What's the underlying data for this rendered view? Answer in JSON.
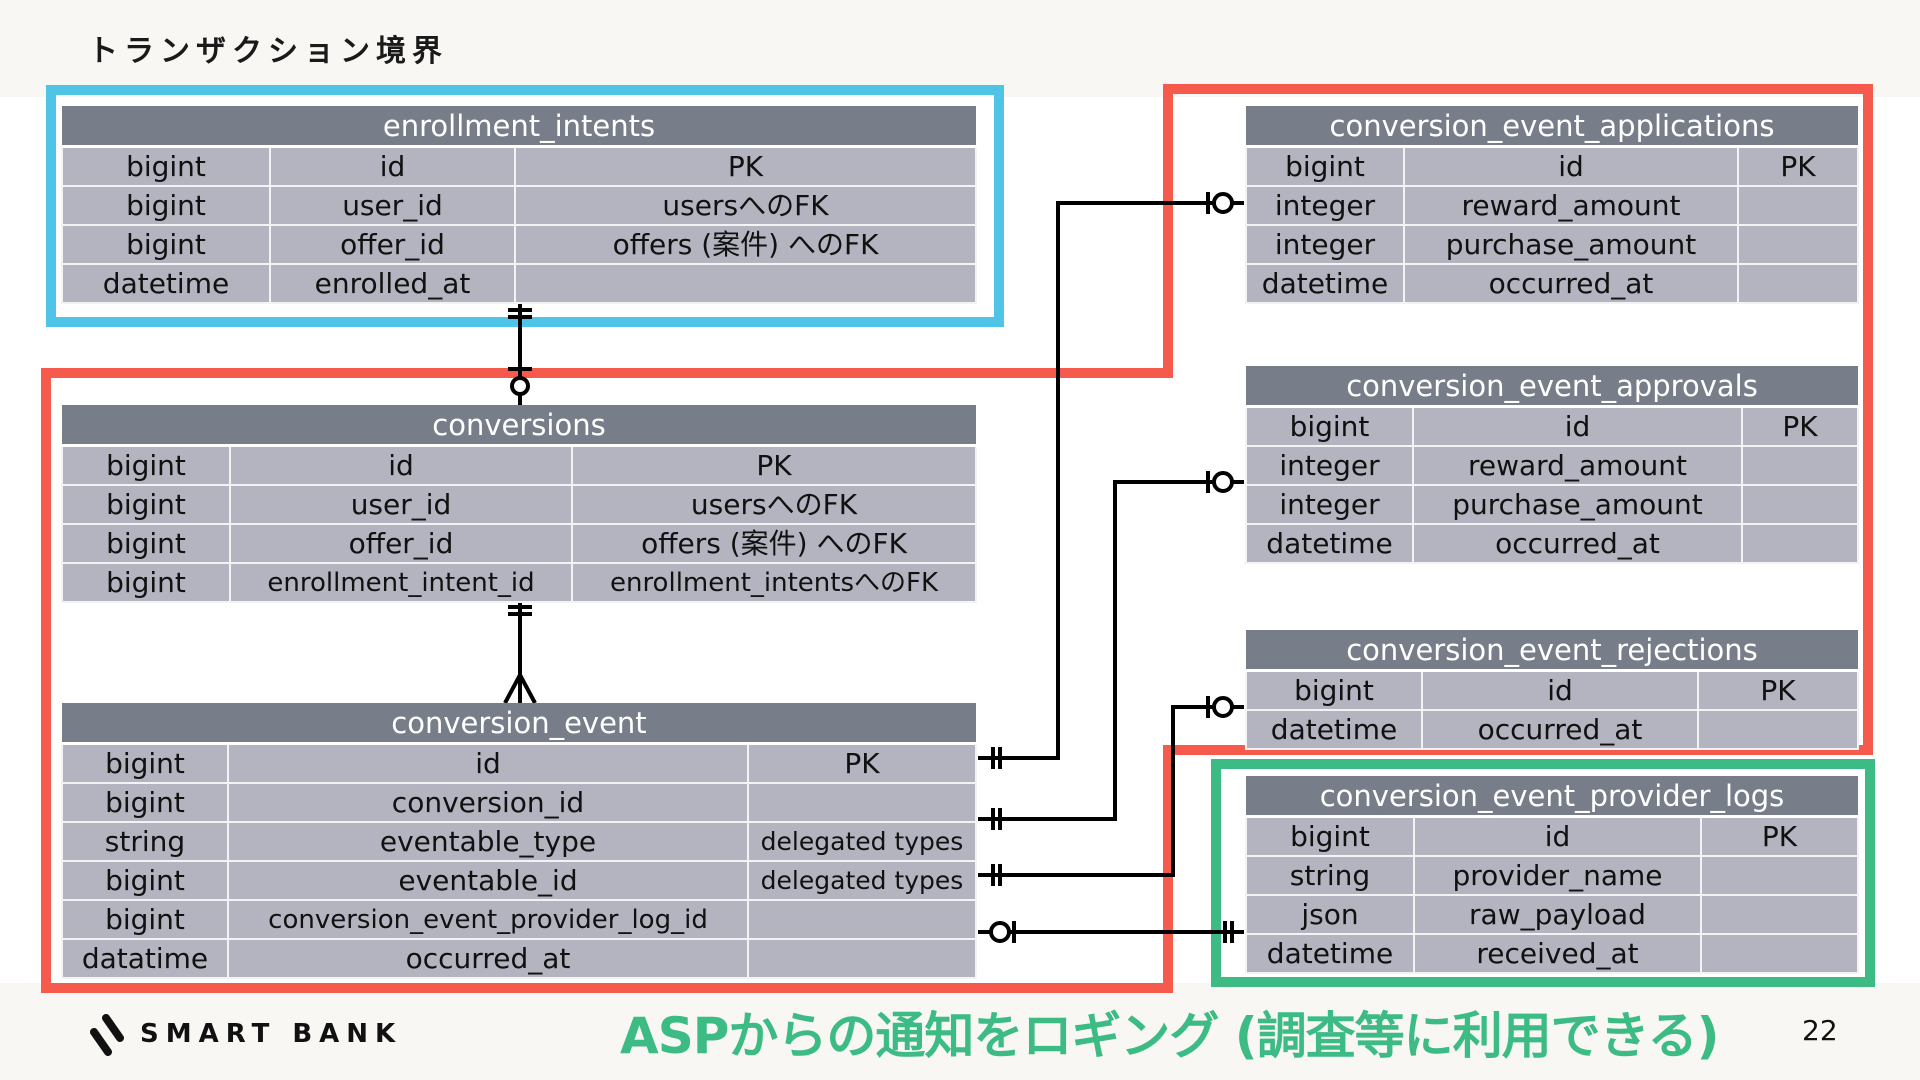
{
  "slide": {
    "title": "トランザクション境界",
    "caption": "ASPからの通知をロギング (調査等に利用できる)",
    "page_number": "22",
    "logo_text": "SMART BANK"
  },
  "colors": {
    "boundary_blue": "#4fc4e6",
    "boundary_red": "#f65a4d",
    "boundary_green": "#3dbb85",
    "table_header": "#787e89",
    "table_cell": "#b3b4bf",
    "caption": "#3dbb85"
  },
  "tables": {
    "enrollment_intents": {
      "name": "enrollment_intents",
      "rows": [
        [
          "bigint",
          "id",
          "PK"
        ],
        [
          "bigint",
          "user_id",
          "usersへのFK"
        ],
        [
          "bigint",
          "offer_id",
          "offers (案件) へのFK"
        ],
        [
          "datetime",
          "enrolled_at",
          ""
        ]
      ]
    },
    "conversions": {
      "name": "conversions",
      "rows": [
        [
          "bigint",
          "id",
          "PK"
        ],
        [
          "bigint",
          "user_id",
          "usersへのFK"
        ],
        [
          "bigint",
          "offer_id",
          "offers (案件) へのFK"
        ],
        [
          "bigint",
          "enrollment_intent_id",
          "enrollment_intentsへのFK"
        ]
      ]
    },
    "conversion_event": {
      "name": "conversion_event",
      "rows": [
        [
          "bigint",
          "id",
          "PK"
        ],
        [
          "bigint",
          "conversion_id",
          ""
        ],
        [
          "string",
          "eventable_type",
          "delegated types"
        ],
        [
          "bigint",
          "eventable_id",
          "delegated types"
        ],
        [
          "bigint",
          "conversion_event_provider_log_id",
          ""
        ],
        [
          "datatime",
          "occurred_at",
          ""
        ]
      ]
    },
    "conversion_event_applications": {
      "name": "conversion_event_applications",
      "rows": [
        [
          "bigint",
          "id",
          "PK"
        ],
        [
          "integer",
          "reward_amount",
          ""
        ],
        [
          "integer",
          "purchase_amount",
          ""
        ],
        [
          "datetime",
          "occurred_at",
          ""
        ]
      ]
    },
    "conversion_event_approvals": {
      "name": "conversion_event_approvals",
      "rows": [
        [
          "bigint",
          "id",
          "PK"
        ],
        [
          "integer",
          "reward_amount",
          ""
        ],
        [
          "integer",
          "purchase_amount",
          ""
        ],
        [
          "datetime",
          "occurred_at",
          ""
        ]
      ]
    },
    "conversion_event_rejections": {
      "name": "conversion_event_rejections",
      "rows": [
        [
          "bigint",
          "id",
          "PK"
        ],
        [
          "datetime",
          "occurred_at",
          ""
        ]
      ]
    },
    "conversion_event_provider_logs": {
      "name": "conversion_event_provider_logs",
      "rows": [
        [
          "bigint",
          "id",
          "PK"
        ],
        [
          "string",
          "provider_name",
          ""
        ],
        [
          "json",
          "raw_payload",
          ""
        ],
        [
          "datetime",
          "received_at",
          ""
        ]
      ]
    }
  },
  "relationships": [
    {
      "from": "enrollment_intents",
      "to": "conversions",
      "from_cardinality": "one-and-only-one",
      "to_cardinality": "zero-or-one"
    },
    {
      "from": "conversions",
      "to": "conversion_event",
      "from_cardinality": "one-and-only-one",
      "to_cardinality": "one-or-many"
    },
    {
      "from": "conversion_event",
      "to": "conversion_event_applications",
      "from_cardinality": "one-and-only-one",
      "to_cardinality": "zero-or-one"
    },
    {
      "from": "conversion_event",
      "to": "conversion_event_approvals",
      "from_cardinality": "one-and-only-one",
      "to_cardinality": "zero-or-one"
    },
    {
      "from": "conversion_event",
      "to": "conversion_event_rejections",
      "from_cardinality": "one-and-only-one",
      "to_cardinality": "zero-or-one"
    },
    {
      "from": "conversion_event",
      "to": "conversion_event_provider_logs",
      "from_cardinality": "zero-or-one",
      "to_cardinality": "one-and-only-one"
    }
  ]
}
